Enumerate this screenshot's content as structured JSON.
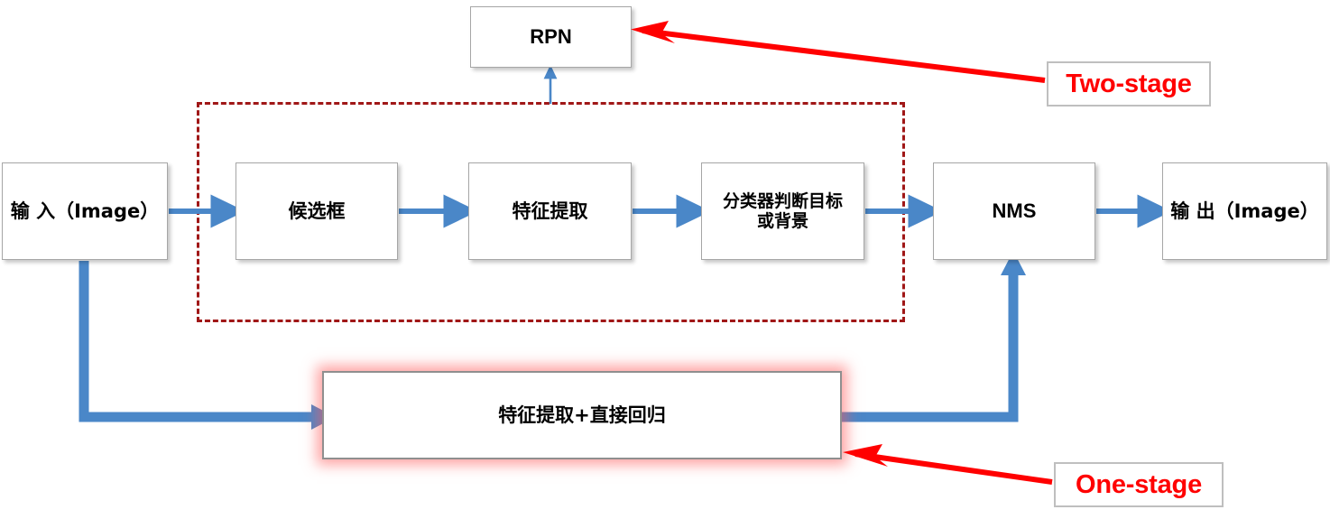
{
  "diagram": {
    "title_implicit": "Object detection pipeline: two-stage vs one-stage",
    "colors": {
      "blue_arrow": "#4a87c8",
      "red_callout": "#ff0000",
      "dashed_region": "#a01717",
      "node_border": "#a6a6a6",
      "glow_pink": "#ff5a5a"
    }
  },
  "nodes": {
    "input": {
      "label": "输 入（Image）",
      "name": "input-image-node"
    },
    "rpn": {
      "label": "RPN",
      "name": "rpn-node"
    },
    "proposal": {
      "label": "候选框",
      "name": "proposal-box-node"
    },
    "feature": {
      "label": "特征提取",
      "name": "feature-extraction-node"
    },
    "classifier": {
      "label": "分类器判断目标\n或背景",
      "name": "classifier-node"
    },
    "nms": {
      "label": "NMS",
      "name": "nms-node"
    },
    "output": {
      "label": "输 出（Image）",
      "name": "output-image-node"
    },
    "onestage_box": {
      "label": "特征提取+直接回归",
      "name": "feature-regression-node"
    }
  },
  "callouts": {
    "two_stage": {
      "label": "Two-stage",
      "color": "#ff0000"
    },
    "one_stage": {
      "label": "One-stage",
      "color": "#ff0000"
    }
  },
  "regions": {
    "two_stage_region": {
      "style": "dashed",
      "color": "#a01717"
    }
  },
  "edges": [
    {
      "name": "edge-input-to-proposal",
      "from": "input",
      "to": "proposal",
      "style": "blue-arrow"
    },
    {
      "name": "edge-proposal-to-feature",
      "from": "proposal",
      "to": "feature",
      "style": "blue-arrow"
    },
    {
      "name": "edge-feature-to-classifier",
      "from": "feature",
      "to": "classifier",
      "style": "blue-arrow"
    },
    {
      "name": "edge-classifier-to-nms",
      "from": "classifier",
      "to": "nms",
      "style": "blue-arrow"
    },
    {
      "name": "edge-nms-to-output",
      "from": "nms",
      "to": "output",
      "style": "blue-arrow"
    },
    {
      "name": "edge-region-to-rpn",
      "from": "two_stage_region",
      "to": "rpn",
      "style": "thin-blue-arrow"
    },
    {
      "name": "edge-input-to-onestage",
      "from": "input",
      "to": "onestage_box",
      "style": "thick-blue-elbow"
    },
    {
      "name": "edge-onestage-to-nms",
      "from": "onestage_box",
      "to": "nms",
      "style": "thick-blue-elbow"
    },
    {
      "name": "edge-two-stage-callout",
      "from": "two_stage",
      "to": "rpn",
      "style": "red-arrow"
    },
    {
      "name": "edge-one-stage-callout",
      "from": "one_stage",
      "to": "onestage_box",
      "style": "red-arrow"
    }
  ]
}
